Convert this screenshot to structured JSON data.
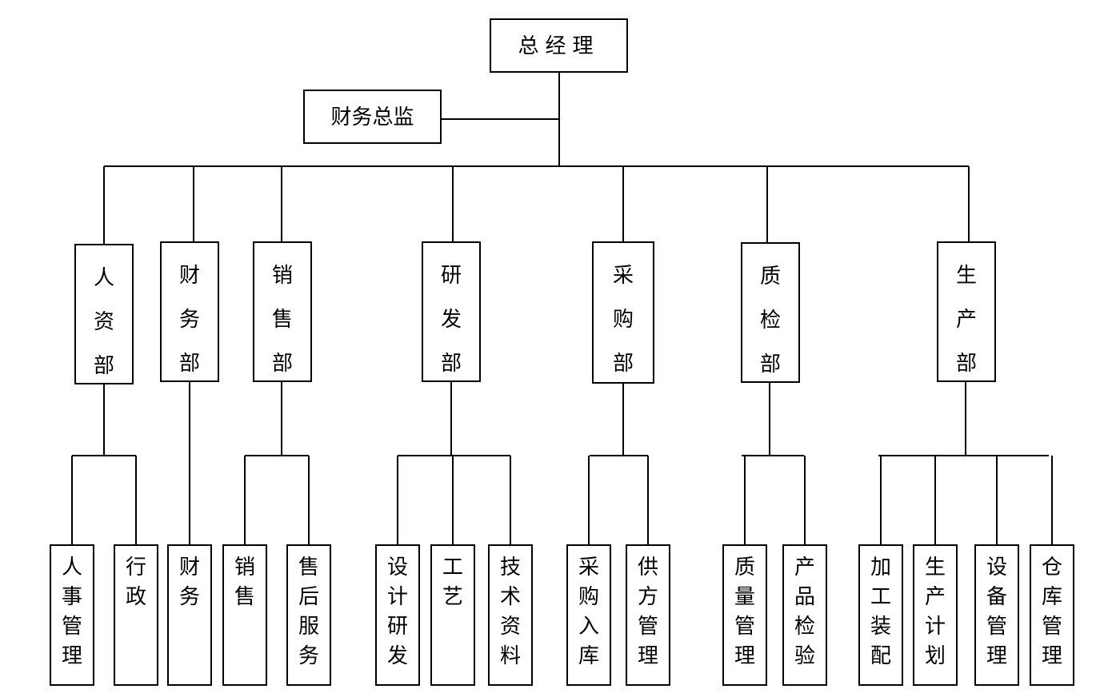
{
  "chart": {
    "ceo": "总经理",
    "cfo": "财务总监",
    "departments": [
      {
        "name": "人资部",
        "subs": [
          "人事管理",
          "行政"
        ]
      },
      {
        "name": "财务部",
        "subs": [
          "财务"
        ]
      },
      {
        "name": "销售部",
        "subs": [
          "销售",
          "售后服务"
        ]
      },
      {
        "name": "研发部",
        "subs": [
          "设计研发",
          "工艺",
          "技术资料"
        ]
      },
      {
        "name": "采购部",
        "subs": [
          "采购入库",
          "供方管理"
        ]
      },
      {
        "name": "质检部",
        "subs": [
          "质量管理",
          "产品检验"
        ]
      },
      {
        "name": "生产部",
        "subs": [
          "加工装配",
          "生产计划",
          "设备管理",
          "仓库管理"
        ]
      }
    ]
  },
  "colors": {
    "stroke": "#000000",
    "background": "#ffffff"
  }
}
